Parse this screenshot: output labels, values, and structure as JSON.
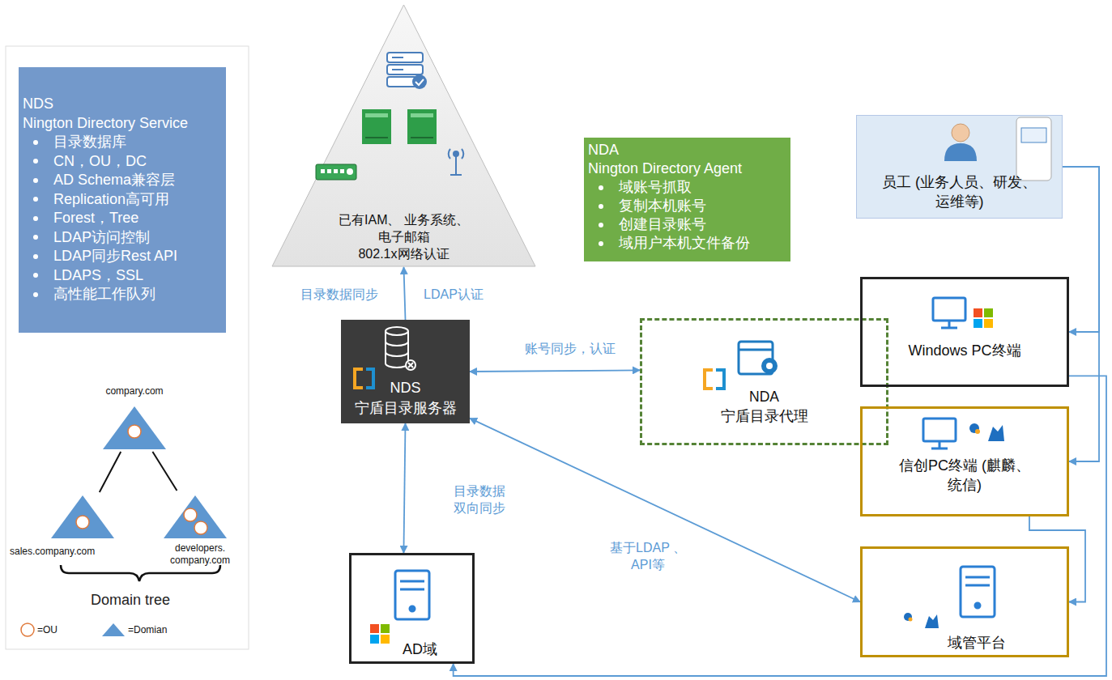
{
  "diagram": {
    "nodes": [
      {
        "text": [
          "NDS",
          "Nington Directory Service",
          "目录数据库",
          "CN，OU，DC",
          "AD Schema兼容层",
          "Replication高可用",
          "Forest，Tree",
          "LDAP访问控制",
          "LDAP同步Rest API",
          "LDAPS，SSL",
          "高性能工作队列"
        ]
      },
      {
        "text": [
          "compary.com"
        ]
      },
      {
        "text": [
          "sales.company.com"
        ]
      },
      {
        "text": [
          "developers. company.com"
        ]
      },
      {
        "text": [
          "已有IAM、 业务系统、电子邮箱 802.1x网络认证"
        ]
      },
      {
        "text": [
          "NDA",
          "Nington Directory Agent",
          "域账号抓取",
          "复制本机账号",
          "创建目录账号",
          "域用户本机文件备份"
        ]
      },
      {
        "text": [
          "员工 (业务人员、研发、运维等)"
        ]
      },
      {
        "text": [
          "NDS 宁盾目录服务器"
        ]
      },
      {
        "text": [
          "NDA 宁盾目录代理"
        ]
      },
      {
        "text": [
          "Windows PC终端"
        ]
      },
      {
        "text": [
          "信创PC终端 (麒麟、统信)"
        ]
      },
      {
        "text": [
          "AD域"
        ]
      },
      {
        "text": [
          "域管平台"
        ]
      }
    ],
    "edges": [
      {
        "from": 1,
        "to": 2,
        "arrow": "none"
      },
      {
        "from": 1,
        "to": 3,
        "arrow": "none"
      },
      {
        "from": 7,
        "to": 4,
        "arrow": "to",
        "label": "目录数据同步"
      },
      {
        "from": 7,
        "to": 8,
        "arrow": "both",
        "label": "账号同步，认证"
      },
      {
        "from": 7,
        "to": 11,
        "arrow": "both",
        "label": "目录数据 双向同步"
      },
      {
        "from": 7,
        "to": 12,
        "arrow": "both",
        "label": "基于LDAP 、API等"
      },
      {
        "from": 6,
        "to": 9,
        "arrow": "to"
      },
      {
        "from": 6,
        "to": 10,
        "arrow": "to"
      },
      {
        "from": 9,
        "to": 11,
        "arrow": "to"
      },
      {
        "from": 10,
        "to": 12,
        "arrow": "to"
      }
    ],
    "labels": [
      "LDAP认证",
      "Domain tree"
    ],
    "legend": [
      {
        "text": "=OU"
      },
      {
        "text": "=Domian"
      }
    ]
  }
}
